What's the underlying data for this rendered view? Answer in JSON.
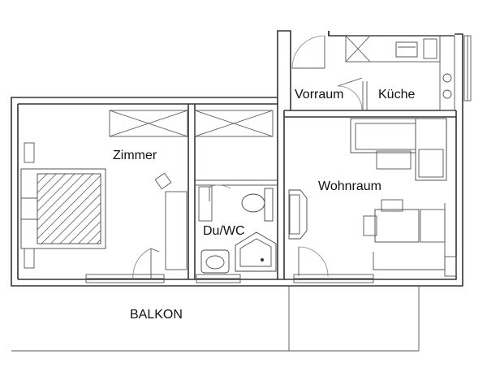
{
  "rooms": {
    "zimmer": "Zimmer",
    "vorraum": "Vorraum",
    "kueche": "Küche",
    "wohnraum": "Wohnraum",
    "du_wc": "Du/WC",
    "balkon": "BALKON"
  },
  "colors": {
    "wall": "#333333",
    "line": "#555555",
    "background": "#ffffff"
  }
}
